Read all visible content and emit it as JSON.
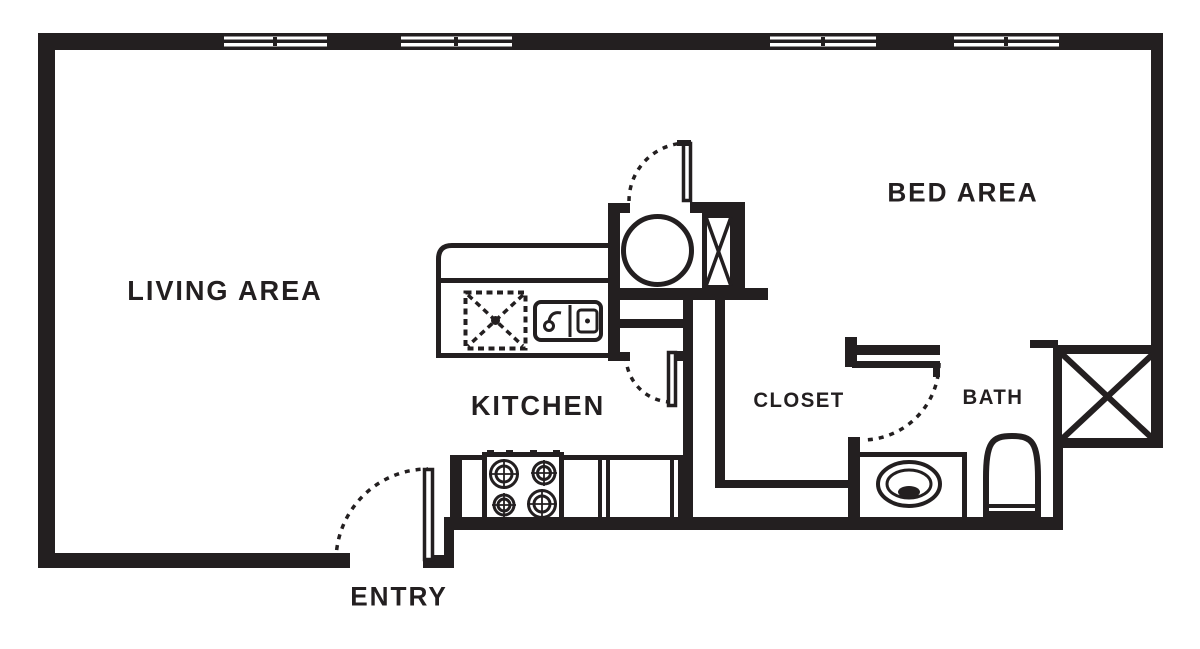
{
  "colors": {
    "ink": "#231f20",
    "background": "#ffffff"
  },
  "rooms": {
    "living_area": {
      "label": "LIVING AREA"
    },
    "bed_area": {
      "label": "BED AREA"
    },
    "kitchen": {
      "label": "KITCHEN"
    },
    "closet": {
      "label": "CLOSET"
    },
    "bath": {
      "label": "BATH"
    },
    "entry": {
      "label": "ENTRY"
    }
  },
  "fixtures": {
    "tub": "bathtub-x-icon",
    "bath_sink": "oval-vanity-sink-icon",
    "bath_toilet": "toilet-icon",
    "wc_round_fixture": "round-fixture-icon",
    "wc_tank": "x-box-icon",
    "dishwasher": "dashed-x-appliance-icon",
    "kitchen_sink": "double-basin-sink-icon",
    "stove": "four-burner-stove-icon"
  },
  "counts": {
    "windows": 4,
    "door_swings": 4
  }
}
